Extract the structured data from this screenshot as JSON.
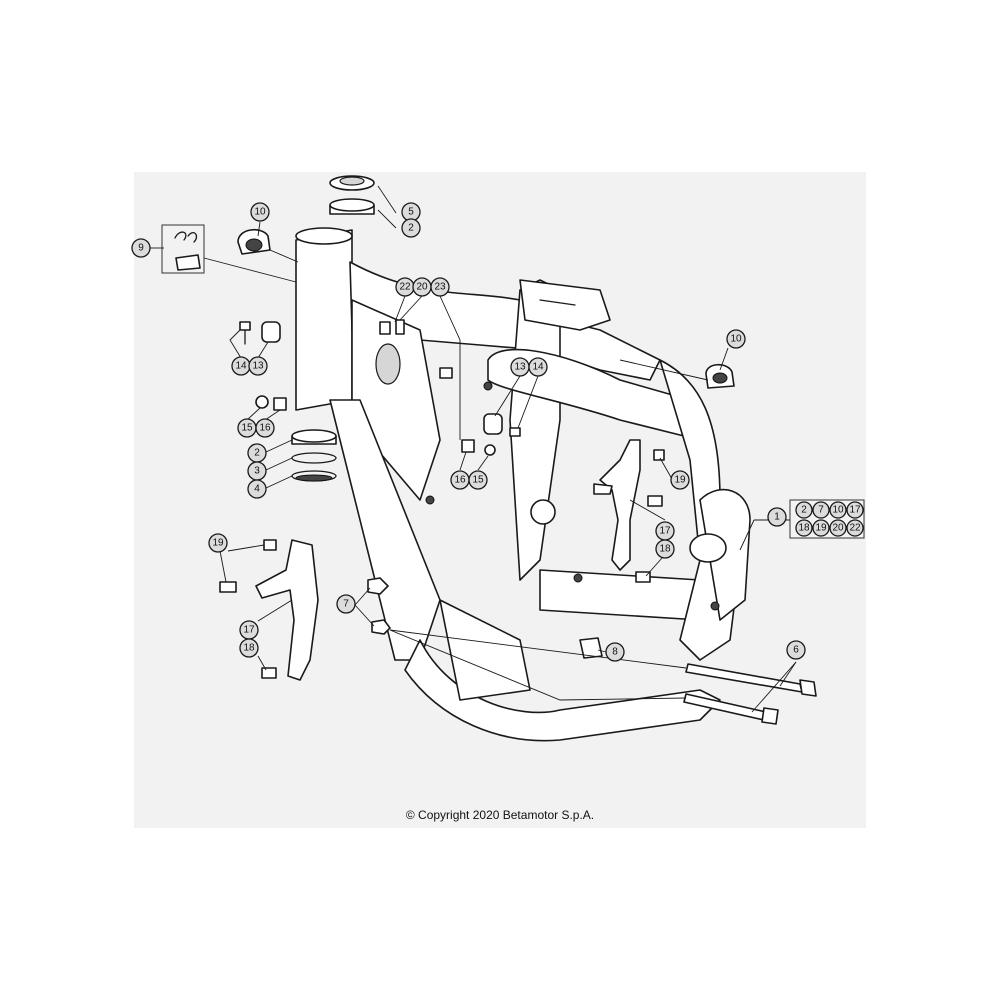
{
  "copyright": "© Copyright 2020 Betamotor S.p.A.",
  "callouts": [
    {
      "id": "c5",
      "label": "5"
    },
    {
      "id": "c2a",
      "label": "2"
    },
    {
      "id": "c10a",
      "label": "10"
    },
    {
      "id": "c9",
      "label": "9"
    },
    {
      "id": "c22",
      "label": "22"
    },
    {
      "id": "c20",
      "label": "20"
    },
    {
      "id": "c23",
      "label": "23"
    },
    {
      "id": "c14a",
      "label": "14"
    },
    {
      "id": "c13a",
      "label": "13"
    },
    {
      "id": "c13b",
      "label": "13"
    },
    {
      "id": "c14b",
      "label": "14"
    },
    {
      "id": "c10b",
      "label": "10"
    },
    {
      "id": "c15a",
      "label": "15"
    },
    {
      "id": "c16a",
      "label": "16"
    },
    {
      "id": "c2b",
      "label": "2"
    },
    {
      "id": "c3",
      "label": "3"
    },
    {
      "id": "c4",
      "label": "4"
    },
    {
      "id": "c16b",
      "label": "16"
    },
    {
      "id": "c15b",
      "label": "15"
    },
    {
      "id": "c19a",
      "label": "19"
    },
    {
      "id": "c17a",
      "label": "17"
    },
    {
      "id": "c18a",
      "label": "18"
    },
    {
      "id": "c1",
      "label": "1"
    },
    {
      "id": "c19b",
      "label": "19"
    },
    {
      "id": "c17b",
      "label": "17"
    },
    {
      "id": "c18b",
      "label": "18"
    },
    {
      "id": "c7",
      "label": "7"
    },
    {
      "id": "c8",
      "label": "8"
    },
    {
      "id": "c6",
      "label": "6"
    }
  ],
  "kit": [
    "2",
    "7",
    "10",
    "17",
    "18",
    "19",
    "20",
    "22"
  ]
}
